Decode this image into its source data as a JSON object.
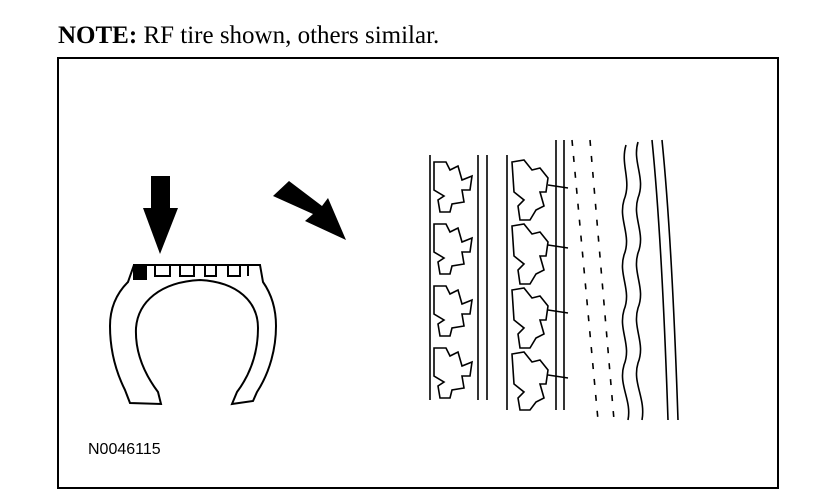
{
  "note": {
    "label": "NOTE:",
    "text": "RF tire shown, others similar."
  },
  "figure": {
    "id": "N0046115"
  }
}
